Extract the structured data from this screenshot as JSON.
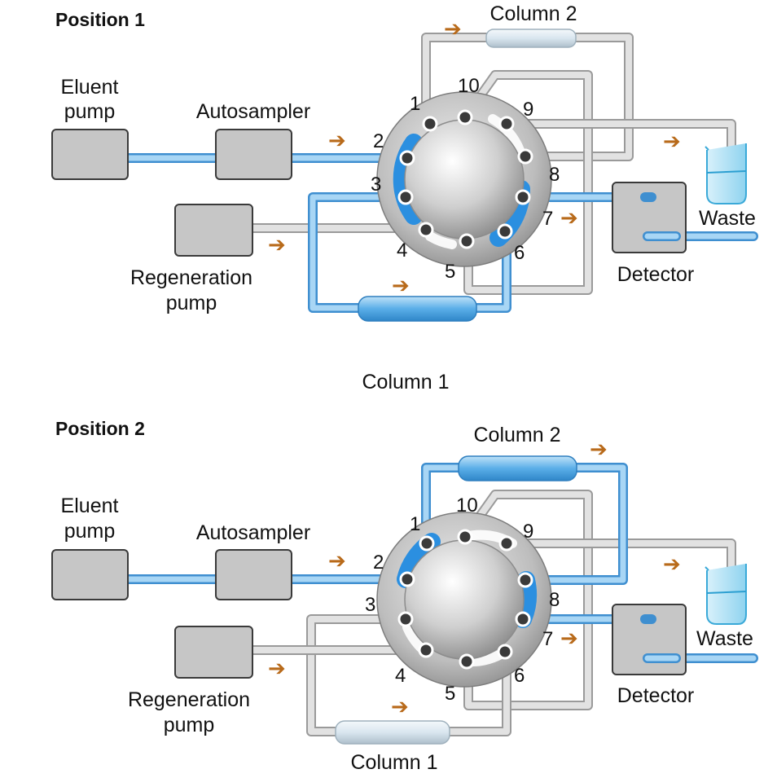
{
  "colors": {
    "active_tube": "#86c3ec",
    "active_tube_edge": "#3f8fd0",
    "idle_tube": "#d6d6d6",
    "idle_tube_edge": "#9a9a9a",
    "box_fill": "#c6c6c6",
    "arrow": "#b86a1a",
    "rotor_groove": "#2b8fe0"
  },
  "arrow_glyph": "➔",
  "positions": [
    {
      "title": "Position 1",
      "eluent_pump": [
        "Eluent",
        "pump"
      ],
      "autosampler": "Autosampler",
      "regeneration_pump": [
        "Regeneration",
        "pump"
      ],
      "column1": "Column 1",
      "column2": "Column 2",
      "detector": "Detector",
      "waste": "Waste",
      "ports": [
        "1",
        "2",
        "3",
        "4",
        "5",
        "6",
        "7",
        "8",
        "9",
        "10"
      ]
    },
    {
      "title": "Position 2",
      "eluent_pump": [
        "Eluent",
        "pump"
      ],
      "autosampler": "Autosampler",
      "regeneration_pump": [
        "Regeneration",
        "pump"
      ],
      "column1": "Column 1",
      "column2": "Column 2",
      "detector": "Detector",
      "waste": "Waste",
      "ports": [
        "1",
        "2",
        "3",
        "4",
        "5",
        "6",
        "7",
        "8",
        "9",
        "10"
      ]
    }
  ]
}
